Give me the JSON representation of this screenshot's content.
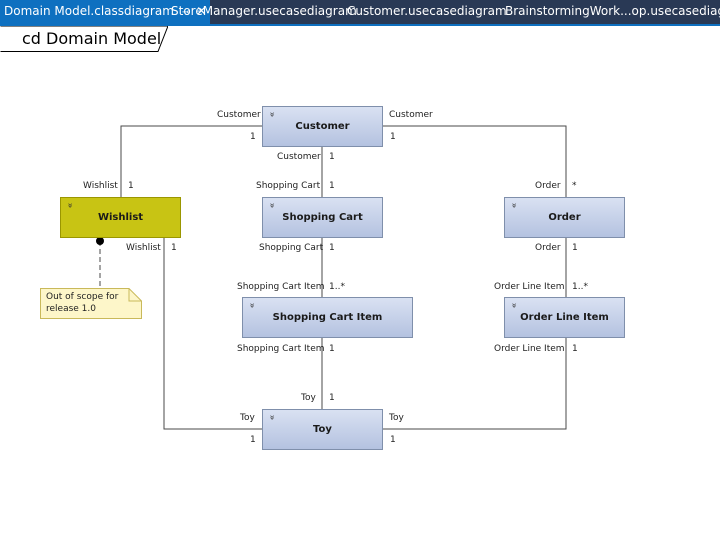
{
  "tabs": [
    {
      "label": "Domain Model.classdiagram",
      "active": true
    },
    {
      "label": "StoreManager.usecasediagram",
      "active": false
    },
    {
      "label": "Customer.usecasediagram",
      "active": false
    },
    {
      "label": "BrainstormingWork...op.usecasediagram",
      "active": false
    }
  ],
  "tab_icons": {
    "pin": "⊸",
    "close": "✕"
  },
  "diagram_title": "cd Domain Model",
  "classes": {
    "customer": {
      "name": "Customer"
    },
    "wishlist": {
      "name": "Wishlist"
    },
    "shopping_cart": {
      "name": "Shopping Cart"
    },
    "order": {
      "name": "Order"
    },
    "shopping_cart_item": {
      "name": "Shopping Cart Item"
    },
    "order_line_item": {
      "name": "Order Line Item"
    },
    "toy": {
      "name": "Toy"
    }
  },
  "expand_glyph": "»",
  "assoc_labels": {
    "cust_wish_role_cust": "Customer",
    "cust_wish_mult_cust": "1",
    "cust_wish_role_wish": "Wishlist",
    "cust_wish_mult_wish": "1",
    "cust_order_role_cust": "Customer",
    "cust_order_mult_cust": "1",
    "cust_order_role_order": "Order",
    "cust_order_mult_order": "*",
    "cust_cart_role_cust": "Customer",
    "cust_cart_mult_cust": "1",
    "cust_cart_role_cart": "Shopping Cart",
    "cust_cart_mult_cart": "1",
    "cart_item_role_cart": "Shopping Cart",
    "cart_item_mult_cart": "1",
    "cart_item_role_item": "Shopping Cart Item",
    "cart_item_mult_item": "1..*",
    "order_item_role_order": "Order",
    "order_item_mult_order": "1",
    "order_item_role_item": "Order Line Item",
    "order_item_mult_item": "1..*",
    "item_toy_role_item": "Shopping Cart Item",
    "item_toy_mult_item": "1",
    "item_toy_role_toy": "Toy",
    "item_toy_mult_toy": "1",
    "wish_toy_role_wish": "Wishlist",
    "wish_toy_mult_wish": "1",
    "wish_toy_role_toy": "Toy",
    "wish_toy_mult_toy": "1",
    "oli_toy_role_oli": "Order Line Item",
    "oli_toy_mult_oli": "1",
    "oli_toy_role_toy": "Toy",
    "oli_toy_mult_toy": "1"
  },
  "note": {
    "text": "Out of scope for release 1.0"
  },
  "colors": {
    "tab_bar": "#293955",
    "tab_active": "#0e70c0",
    "class_fill": "#c5d0e8",
    "wishlist_fill": "#c8c414"
  }
}
